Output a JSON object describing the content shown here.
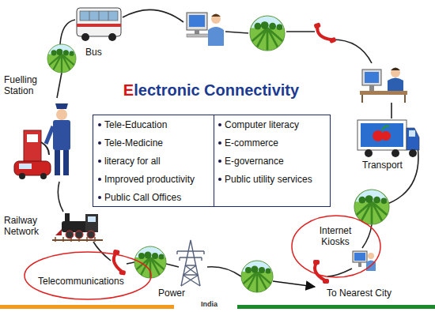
{
  "diagram": {
    "title": "Electronic Connectivity",
    "nodes": [
      {
        "text": [
          "Tele-Education",
          "Tele-Medicine",
          "literacy for all",
          "Improved productivity",
          "Public Call Offices",
          "Computer literacy",
          "E-commerce",
          "E-governance",
          "Public utility services"
        ]
      },
      {
        "text": [
          "Telecommunications"
        ]
      },
      {
        "text": [
          "Internet Kiosks"
        ]
      }
    ],
    "labels": [
      "Bus",
      "Fuelling Station",
      "Transport",
      "Railway Network",
      "Power",
      "To Nearest City",
      "India"
    ]
  }
}
